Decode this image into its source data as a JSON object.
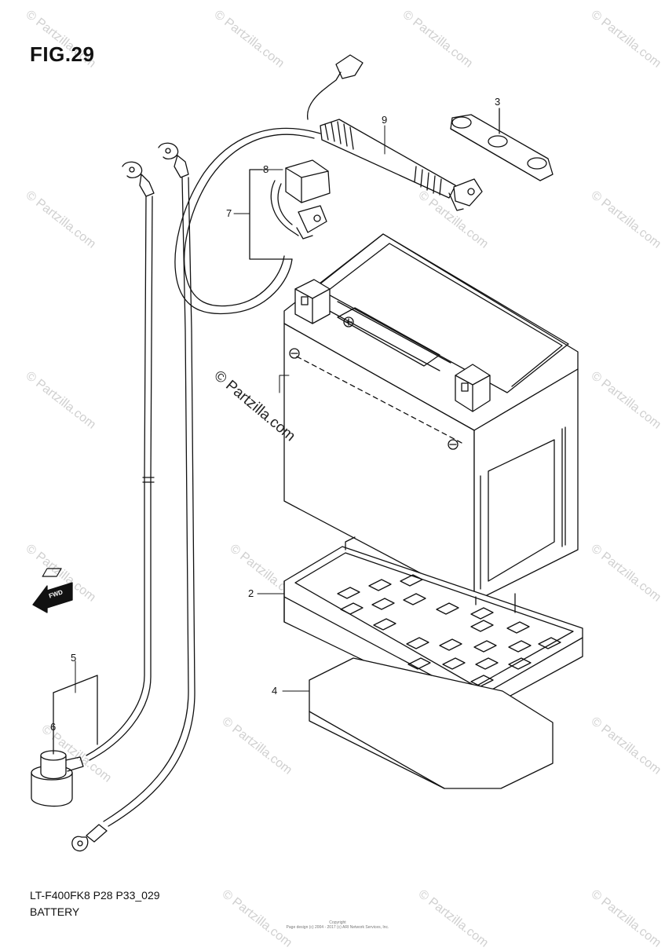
{
  "figure": {
    "title": "FIG.29",
    "code": "LT-F400FK8 P28 P33_029",
    "name": "BATTERY",
    "fwd_label": "FWD"
  },
  "callouts": {
    "c2": "2",
    "c3": "3",
    "c4": "4",
    "c5": "5",
    "c6": "6",
    "c7": "7",
    "c8": "8",
    "c9": "9"
  },
  "watermark": {
    "text": "© Partzilla.com"
  },
  "footer": {
    "copyright_line1": "Copyright",
    "copyright_line2": "Page design (c) 2004 - 2017 (c) ARI Network Services, Inc."
  },
  "colors": {
    "line": "#111111",
    "watermark": "#d0d0d0",
    "background": "#ffffff"
  }
}
